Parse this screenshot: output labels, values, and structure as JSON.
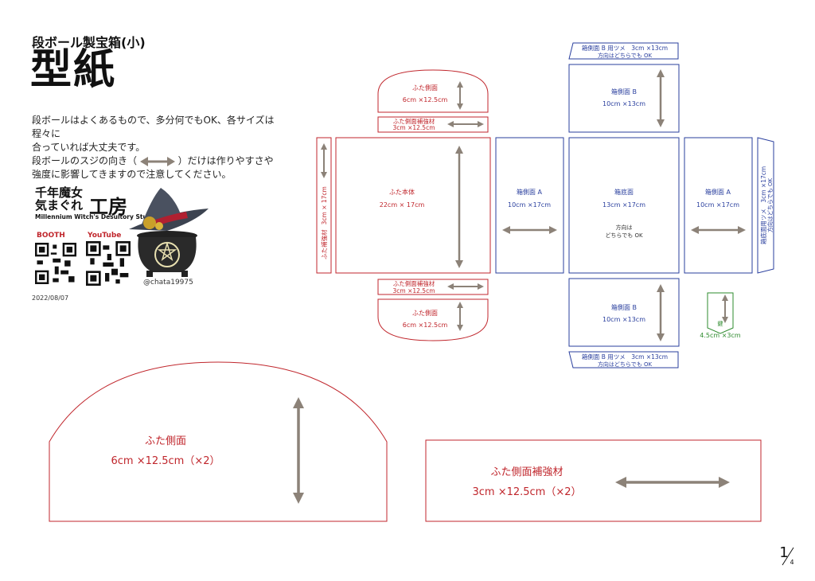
{
  "header": {
    "subtitle": "段ボール製宝箱(小)",
    "title": "型紙"
  },
  "description": {
    "line1": "段ボールはよくあるもので、多分何でもOK、各サイズは程々に",
    "line2": "合っていれば大丈夫です。",
    "line3a": "段ボールのスジの向き（",
    "line3b": "）だけは作りやすさや",
    "line4": "強度に影響してきますので注意してください。"
  },
  "brand": {
    "logo_line1": "千年魔女",
    "logo_line2": "気まぐれ",
    "logo_main": "工房",
    "logo_en": "Millennium Witch's Desultory Studio",
    "booth": "BOOTH",
    "youtube": "YouTube",
    "handle": "@chata19975",
    "date": "2022/08/07"
  },
  "pieces": {
    "lid_side_top": {
      "name": "ふた側面",
      "size": "6cm ×12.5cm"
    },
    "lid_reinforce_top": {
      "name": "ふた側面補強材",
      "size": "3cm ×12.5cm"
    },
    "lid_body": {
      "name": "ふた本体",
      "size": "22cm × 17cm"
    },
    "lid_reinforce_vert": {
      "name": "ふた補強材",
      "size": "3cm × 17cm"
    },
    "lid_reinforce_bottom": {
      "name": "ふた側面補強材",
      "size": "3cm ×12.5cm"
    },
    "lid_side_bottom": {
      "name": "ふた側面",
      "size": "6cm ×12.5cm"
    },
    "box_side_a_left": {
      "name": "箱側面 A",
      "size": "10cm ×17cm"
    },
    "box_bottom": {
      "name": "箱底面",
      "size": "13cm ×17cm",
      "note1": "方向は",
      "note2": "どちらでも OK"
    },
    "box_side_a_right": {
      "name": "箱側面 A",
      "size": "10cm ×17cm"
    },
    "box_side_b_top": {
      "name": "箱側面 B",
      "size": "10cm ×13cm"
    },
    "box_side_b_bottom": {
      "name": "箱側面 B",
      "size": "10cm ×13cm"
    },
    "tab_top": {
      "name": "箱側面 B 用ツメ　3cm ×13cm",
      "note": "方向はどちらでも OK"
    },
    "tab_bottom": {
      "name": "箱側面 B 用ツメ　3cm ×13cm",
      "note": "方向はどちらでも OK"
    },
    "tab_right": {
      "name": "箱底面用ツメ　3cm ×17cm",
      "note": "方向はどちらでも OK"
    },
    "key": {
      "name": "鍵",
      "size": "4.5cm ×3cm"
    },
    "big_lid_side": {
      "name": "ふた側面",
      "size": "6cm ×12.5cm（×2）"
    },
    "big_lid_reinforce": {
      "name": "ふた側面補強材",
      "size": "3cm ×12.5cm（×2）"
    }
  },
  "page": {
    "num": "1",
    "total": "4"
  },
  "colors": {
    "red": "#c0262c",
    "blue": "#2a3f9e",
    "green": "#2e8b2e",
    "arrow": "#8c8278"
  }
}
